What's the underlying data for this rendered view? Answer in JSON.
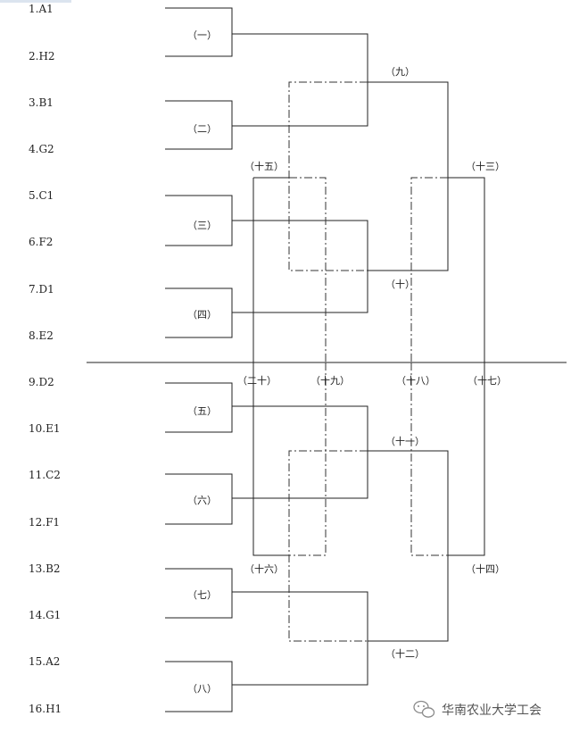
{
  "teams": [
    "1.A1",
    "2.H2",
    "3.B1",
    "4.G2",
    "5.C1",
    "6.F2",
    "7.D1",
    "8.E2",
    "9.D2",
    "10.E1",
    "11.C2",
    "12.F1",
    "13.B2",
    "14.G1",
    "15.A2",
    "16.H1"
  ],
  "matches": {
    "m1": "（一）",
    "m2": "（二）",
    "m3": "（三）",
    "m4": "（四）",
    "m5": "（五）",
    "m6": "（六）",
    "m7": "（七）",
    "m8": "（八）",
    "m9": "（九）",
    "m10": "（十）",
    "m11": "（十一）",
    "m12": "（十二）",
    "m13": "（十三）",
    "m14": "（十四）",
    "m15": "（十五）",
    "m16": "（十六）",
    "m17": "（十七）",
    "m18": "（十八）",
    "m19": "（十九）",
    "m20": "（二十）"
  },
  "watermark": {
    "text": "华南农业大学工会",
    "icon": "wechat-icon"
  },
  "colors": {
    "line": "#222222",
    "accent_bar": "#dbe4ef"
  }
}
